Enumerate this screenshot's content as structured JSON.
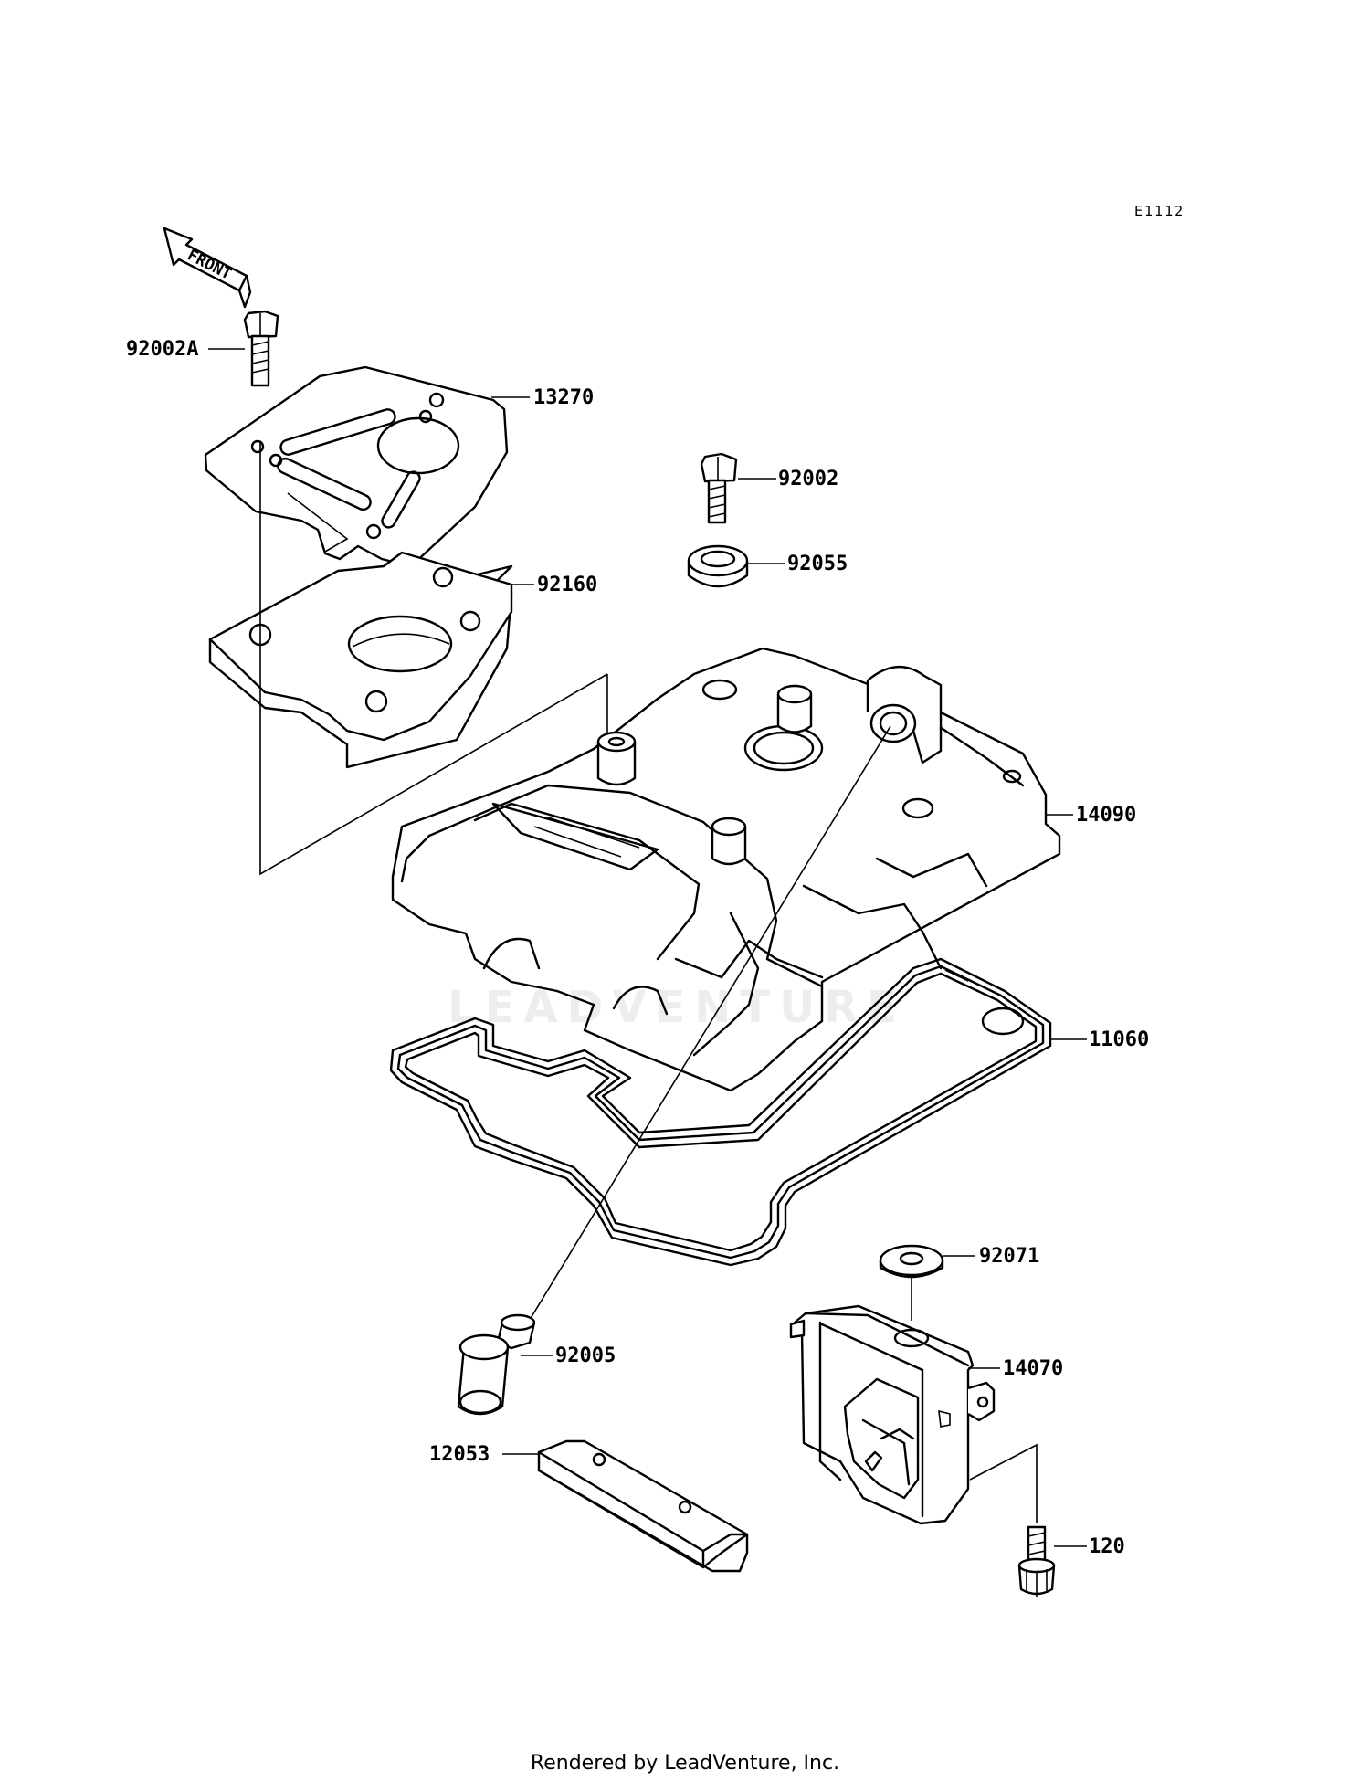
{
  "diagram_code": "E1112",
  "front_label": "FRONT",
  "watermark": "LEADVENTURE",
  "footer": "Rendered by LeadVenture, Inc.",
  "parts": [
    {
      "id": "92002A"
    },
    {
      "id": "13270"
    },
    {
      "id": "92002"
    },
    {
      "id": "92055"
    },
    {
      "id": "92160"
    },
    {
      "id": "14090"
    },
    {
      "id": "11060"
    },
    {
      "id": "92071"
    },
    {
      "id": "14070"
    },
    {
      "id": "92005"
    },
    {
      "id": "12053"
    },
    {
      "id": "120"
    }
  ]
}
